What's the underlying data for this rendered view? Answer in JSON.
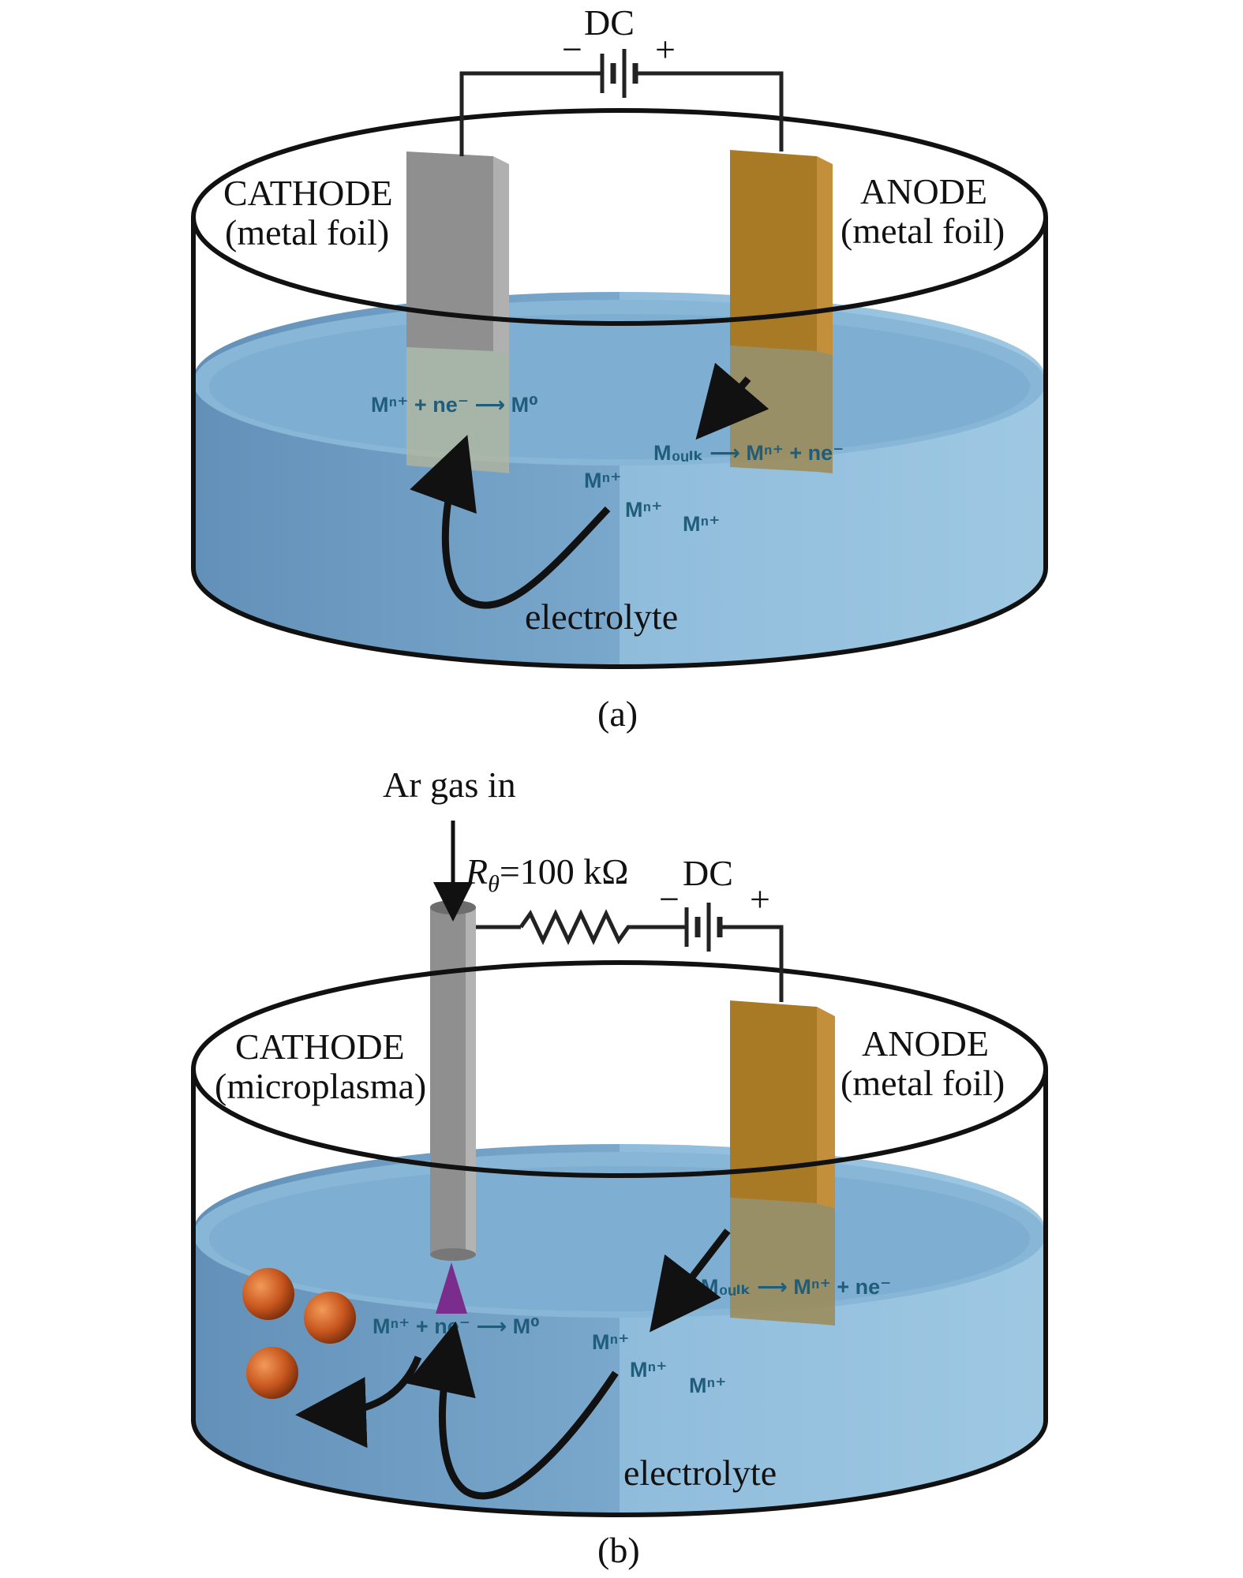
{
  "panel_a": {
    "power_label": "DC",
    "minus_sign": "−",
    "plus_sign": "+",
    "cathode_title": "CATHODE",
    "cathode_subtitle": "(metal foil)",
    "anode_title": "ANODE",
    "anode_subtitle": "(metal foil)",
    "reaction_cathode": "Mⁿ⁺ + ne⁻ ⟶ M⁰",
    "reaction_anode": "M₀ᵤₗₖ ⟶ Mⁿ⁺ + ne⁻",
    "ion_1": "Mⁿ⁺",
    "ion_2": "Mⁿ⁺",
    "ion_3": "Mⁿ⁺",
    "electrolyte": "electrolyte",
    "caption": "(a)"
  },
  "panel_b": {
    "gas_label": "Ar gas in",
    "resistor_symbol": "R",
    "resistor_subscript": "θ",
    "resistor_value": "=100 kΩ",
    "power_label": "DC",
    "minus_sign": "−",
    "plus_sign": "+",
    "cathode_title": "CATHODE",
    "cathode_subtitle": "(microplasma)",
    "anode_title": "ANODE",
    "anode_subtitle": "(metal foil)",
    "reaction_cathode": "Mⁿ⁺ + ne⁻ ⟶ M⁰",
    "reaction_anode": "M₀ᵤₗₖ ⟶ Mⁿ⁺ + ne⁻",
    "ion_1": "Mⁿ⁺",
    "ion_2": "Mⁿ⁺",
    "ion_3": "Mⁿ⁺",
    "electrolyte": "electrolyte",
    "caption": "(b)"
  },
  "colors": {
    "electrolyte_top": "#7fb0d3",
    "electrolyte_front": "#6a9cc4",
    "electrolyte_side": "#9cc4de",
    "cathode_foil": "#8e8e8e",
    "anode_foil": "#a87a2a",
    "nanoparticle": "#c8561e",
    "plasma": "#7a2d8c"
  }
}
